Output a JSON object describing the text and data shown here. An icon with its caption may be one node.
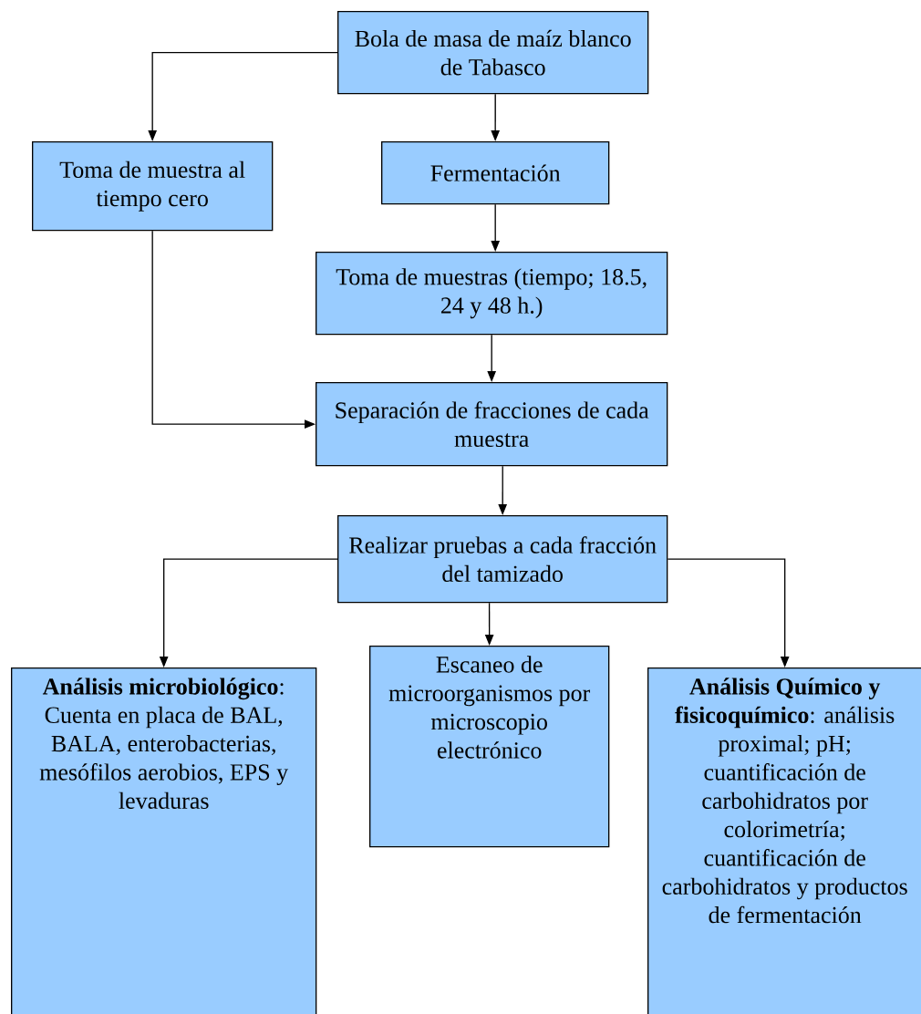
{
  "diagram": {
    "nodes": [
      {
        "text": [
          "Bola de masa de maíz blanco de Tabasco"
        ]
      },
      {
        "text": [
          "Toma de muestra al tiempo cero"
        ]
      },
      {
        "text": [
          "Fermentación"
        ]
      },
      {
        "text": [
          "Toma de muestras (tiempo; 18.5, 24 y 48 h.)"
        ]
      },
      {
        "text": [
          "Separación de fracciones de cada muestra"
        ]
      },
      {
        "text": [
          "Realizar pruebas a cada fracción del tamizado"
        ]
      },
      {
        "text": [
          "**Análisis microbiológico**: Cuenta en placa de BAL, BALA, enterobacterias, mesófilos aerobios, EPS y levaduras"
        ]
      },
      {
        "text": [
          "Escaneo de microorganismos por microscopio electrónico"
        ]
      },
      {
        "text": [
          "**Análisis Químico y fisicoquímico**: análisis proximal; pH; cuantificación de carbohidratos por colorimetría; cuantificación de carbohidratos y productos de fermentación"
        ]
      }
    ],
    "edges": [
      {
        "from": 0,
        "to": 1,
        "arrow": "to"
      },
      {
        "from": 0,
        "to": 2,
        "arrow": "to"
      },
      {
        "from": 2,
        "to": 3,
        "arrow": "to"
      },
      {
        "from": 3,
        "to": 4,
        "arrow": "to"
      },
      {
        "from": 1,
        "to": 4,
        "arrow": "to"
      },
      {
        "from": 4,
        "to": 5,
        "arrow": "to"
      },
      {
        "from": 5,
        "to": 6,
        "arrow": "to"
      },
      {
        "from": 5,
        "to": 7,
        "arrow": "to"
      },
      {
        "from": 5,
        "to": 8,
        "arrow": "to"
      }
    ]
  }
}
